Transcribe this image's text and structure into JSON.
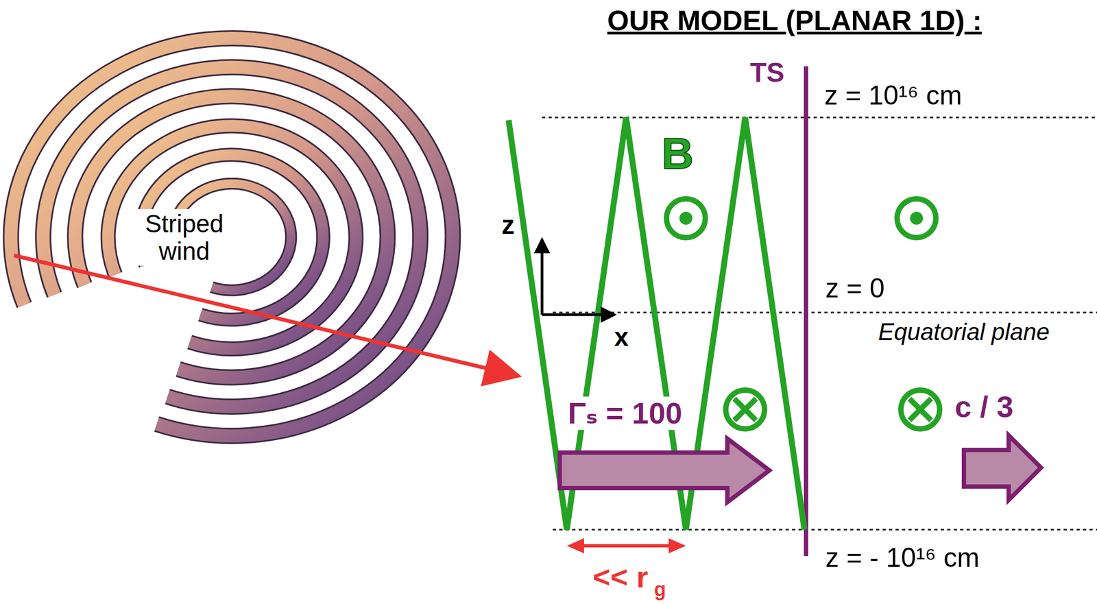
{
  "diagram": {
    "title": "OUR MODEL (PLANAR 1D) :",
    "labels": [
      "Striped wind",
      "TS",
      "z = 10¹⁶ cm",
      "B",
      "z",
      "z = 0",
      "x",
      "Equatorial plane",
      "Γₛ = 100",
      "c / 3",
      "z = - 10¹⁶ cm",
      "<< r",
      "g"
    ]
  }
}
